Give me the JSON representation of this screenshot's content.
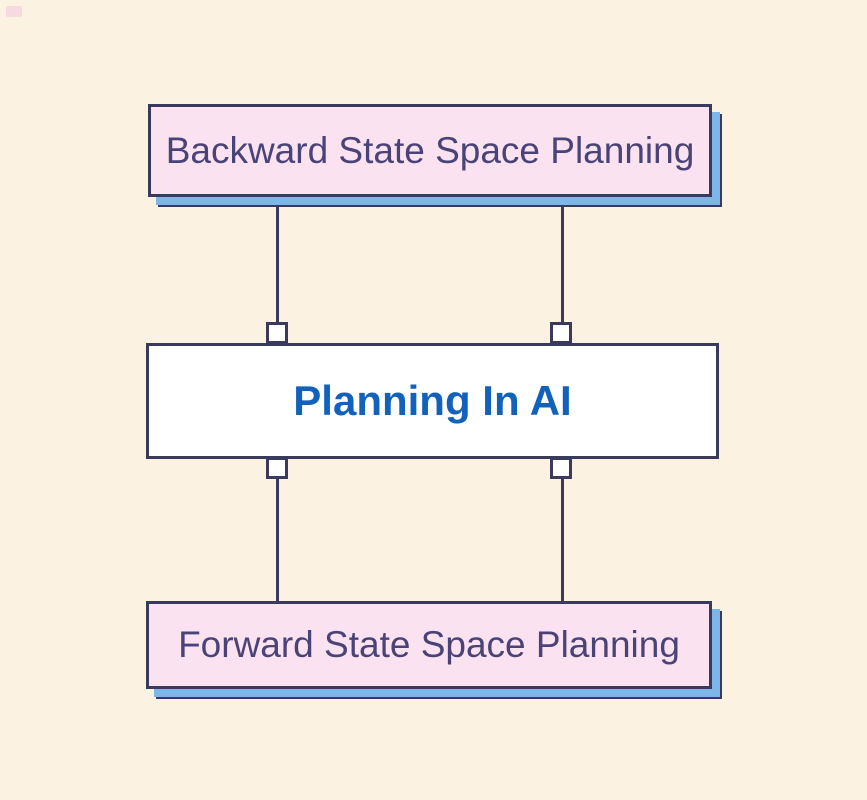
{
  "diagram": {
    "title": "Planning In AI",
    "nodes": [
      {
        "id": "backward-state-space-planning",
        "label": "Backward State Space Planning",
        "style": "pink",
        "position": "top"
      },
      {
        "id": "planning-in-ai",
        "label": "Planning In AI",
        "style": "white",
        "position": "center"
      },
      {
        "id": "forward-state-space-planning",
        "label": "Forward State Space Planning",
        "style": "pink",
        "position": "bottom"
      }
    ],
    "edges": [
      {
        "from": "planning-in-ai",
        "to": "backward-state-space-planning",
        "side": "left"
      },
      {
        "from": "planning-in-ai",
        "to": "backward-state-space-planning",
        "side": "right"
      },
      {
        "from": "planning-in-ai",
        "to": "forward-state-space-planning",
        "side": "left"
      },
      {
        "from": "planning-in-ai",
        "to": "forward-state-space-planning",
        "side": "right"
      }
    ],
    "colors": {
      "background": "#FBF2E2",
      "node_fill_pink": "#FBE2F1",
      "node_fill_white": "#FFFFFF",
      "outline": "#3A3A5C",
      "node_text": "#4A4377",
      "center_text": "#1262BC",
      "shadow_blue": "#7DB6E8"
    }
  }
}
